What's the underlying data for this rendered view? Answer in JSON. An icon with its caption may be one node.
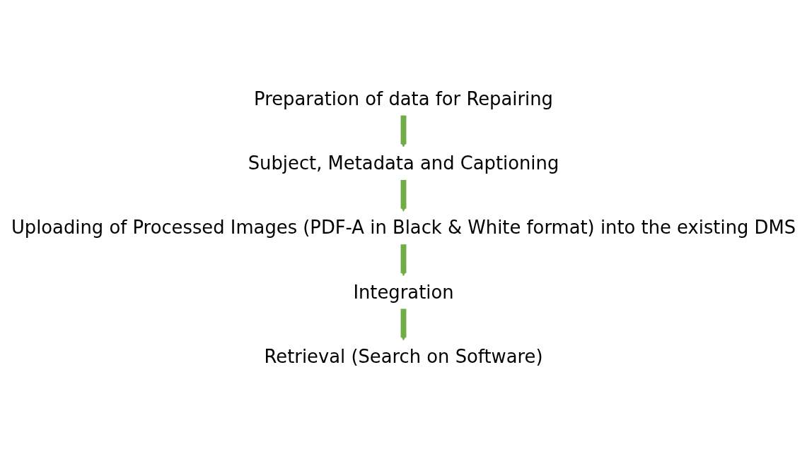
{
  "diagram": {
    "nodes": [
      {
        "text": [
          "Preparation of data for Repairing"
        ]
      },
      {
        "text": [
          "Subject, Metadata and Captioning"
        ]
      },
      {
        "text": [
          "Uploading of Processed Images (PDF-A in Black & White format) into the existing DMS"
        ]
      },
      {
        "text": [
          "Integration"
        ]
      },
      {
        "text": [
          "Retrieval (Search on Software)"
        ]
      }
    ],
    "edges": [
      {
        "from": 0,
        "to": 1,
        "arrow": "to"
      },
      {
        "from": 1,
        "to": 2,
        "arrow": "to"
      },
      {
        "from": 2,
        "to": 3,
        "arrow": "to"
      },
      {
        "from": 3,
        "to": 4,
        "arrow": "to"
      }
    ]
  }
}
